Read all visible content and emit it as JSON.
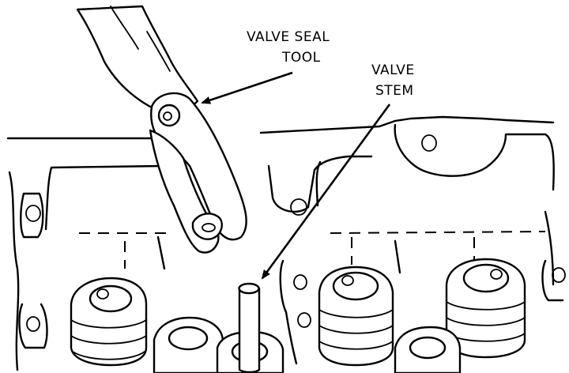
{
  "callouts": {
    "valve_seal_tool": {
      "line1": "VALVE SEAL",
      "line2": "TOOL"
    },
    "valve_stem": {
      "line1": "VALVE",
      "line2": "STEM"
    }
  },
  "colors": {
    "ink": "#000000",
    "paper": "#ffffff"
  }
}
